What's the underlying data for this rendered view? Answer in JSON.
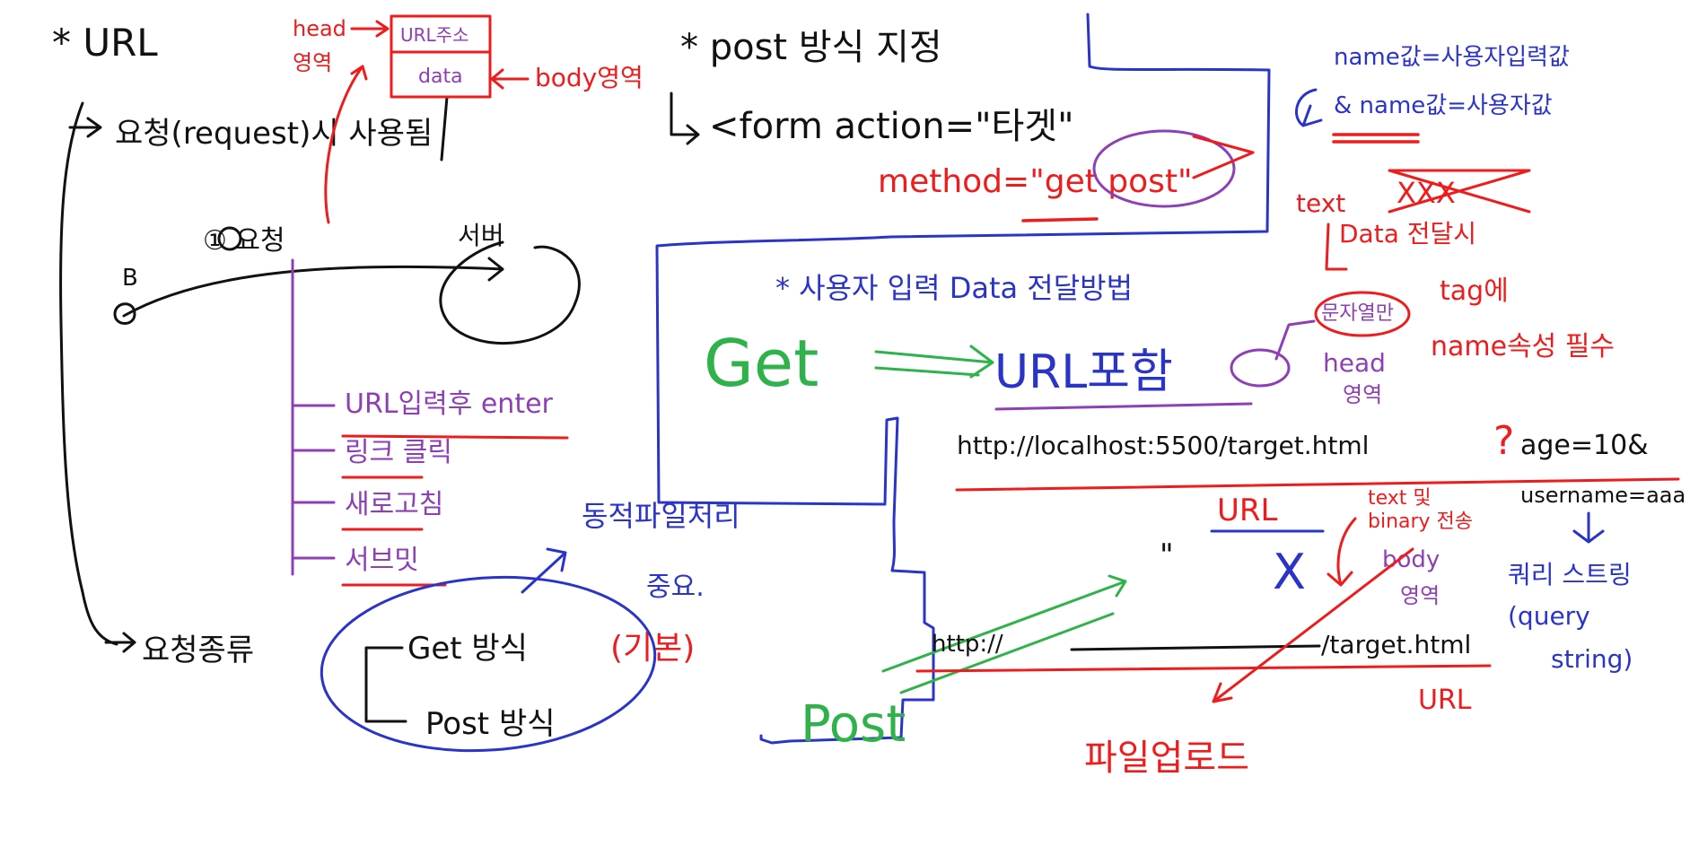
{
  "colors": {
    "background": "#ffffff",
    "black": "#111111",
    "red": "#ee1c1c",
    "blue": "#2b34c8",
    "purple": "#8e3fb5",
    "green": "#2fb24a"
  },
  "left": {
    "title": "* URL",
    "request_line": "요청(request)시 사용됨",
    "request_numbered": "① 요청",
    "browser_label": "B",
    "server_label": "서버",
    "request_events": [
      "URL입력후 enter",
      "링크 클릭",
      "새로고침",
      "서브밋"
    ],
    "request_types_label": "요청종류",
    "get_method": "Get 방식",
    "default_note": "(기본)",
    "post_method": "Post 방식",
    "file_note_1": "동적파일처리",
    "file_note_2": "중요."
  },
  "top_labels": {
    "head_label": "head",
    "head_area": "영역",
    "url_box_top": "URL주소",
    "url_box_bottom": "data",
    "body_area": "body영역"
  },
  "post_section": {
    "title": "* post 방식 지정",
    "form_line": "<form action=\"타겟\"",
    "method_line": "method=\"get post\""
  },
  "right_top": {
    "line1": "name값=사용자입력값",
    "line2": "& name값=사용자값"
  },
  "middle": {
    "header": "* 사용자 입력 Data 전달방법",
    "get_label": "Get",
    "url_include": "URL포함",
    "head_note": "head",
    "head_area": "영역",
    "url_example": "http://localhost:5500/target.html",
    "query_marker": "?",
    "query_first": "age=10&",
    "query_second": "username=aaa",
    "query_string_1": "쿼리 스트링",
    "query_string_2": "(query",
    "query_string_3": "string)",
    "post_label": "Post",
    "post_quote": "\"",
    "post_url": "http://",
    "post_url_end": "/target.html",
    "post_url_note": "URL",
    "url_crossed": "URL",
    "x_mark": "X",
    "text_binary_1": "text 및",
    "text_binary_2": "binary 전송",
    "body_note": "body",
    "body_area": "영역",
    "upload": "파일업로드"
  },
  "right_mid": {
    "text_label": "text",
    "crossed_marks": "XXX",
    "data_transfer": "Data 전달시",
    "tag_note": "tag에",
    "name_attr": "name속성 필수",
    "string_note": "문자열만"
  }
}
